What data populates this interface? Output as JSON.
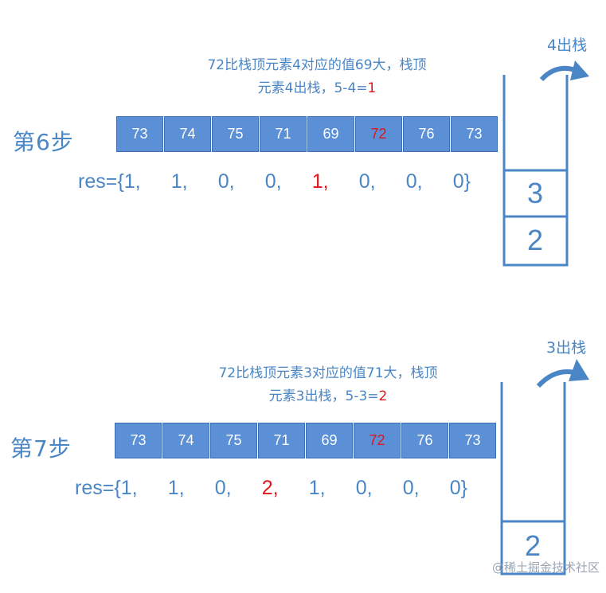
{
  "steps": [
    {
      "label": "第6步",
      "note_line1": "72比栈顶元素4对应的值69大，栈顶",
      "note_line2_prefix": "元素4出栈，5-4=",
      "note_line2_result": "1",
      "temps": [
        "73",
        "74",
        "75",
        "71",
        "69",
        "72",
        "76",
        "73"
      ],
      "highlight_index": 5,
      "res_prefix": "res={",
      "res": [
        "1,",
        "1,",
        "0,",
        "0,",
        "1,",
        "0,",
        "0,",
        "0}"
      ],
      "res_highlight_index": 4,
      "stack": [
        "3",
        "2"
      ],
      "pop_label": "4出栈"
    },
    {
      "label": "第7步",
      "note_line1": "72比栈顶元素3对应的值71大，栈顶",
      "note_line2_prefix": "元素3出栈，5-3=",
      "note_line2_result": "2",
      "temps": [
        "73",
        "74",
        "75",
        "71",
        "69",
        "72",
        "76",
        "73"
      ],
      "highlight_index": 5,
      "res_prefix": "res={",
      "res": [
        "1,",
        "1,",
        "0,",
        "2,",
        "1,",
        "0,",
        "0,",
        "0}"
      ],
      "res_highlight_index": 3,
      "stack": [
        "2"
      ],
      "pop_label": "3出栈"
    }
  ],
  "watermark": "@稀土掘金技术社区",
  "colors": {
    "accent": "#4a86c5",
    "cell_fill": "#5b8fd6",
    "highlight": "#e0161b"
  }
}
